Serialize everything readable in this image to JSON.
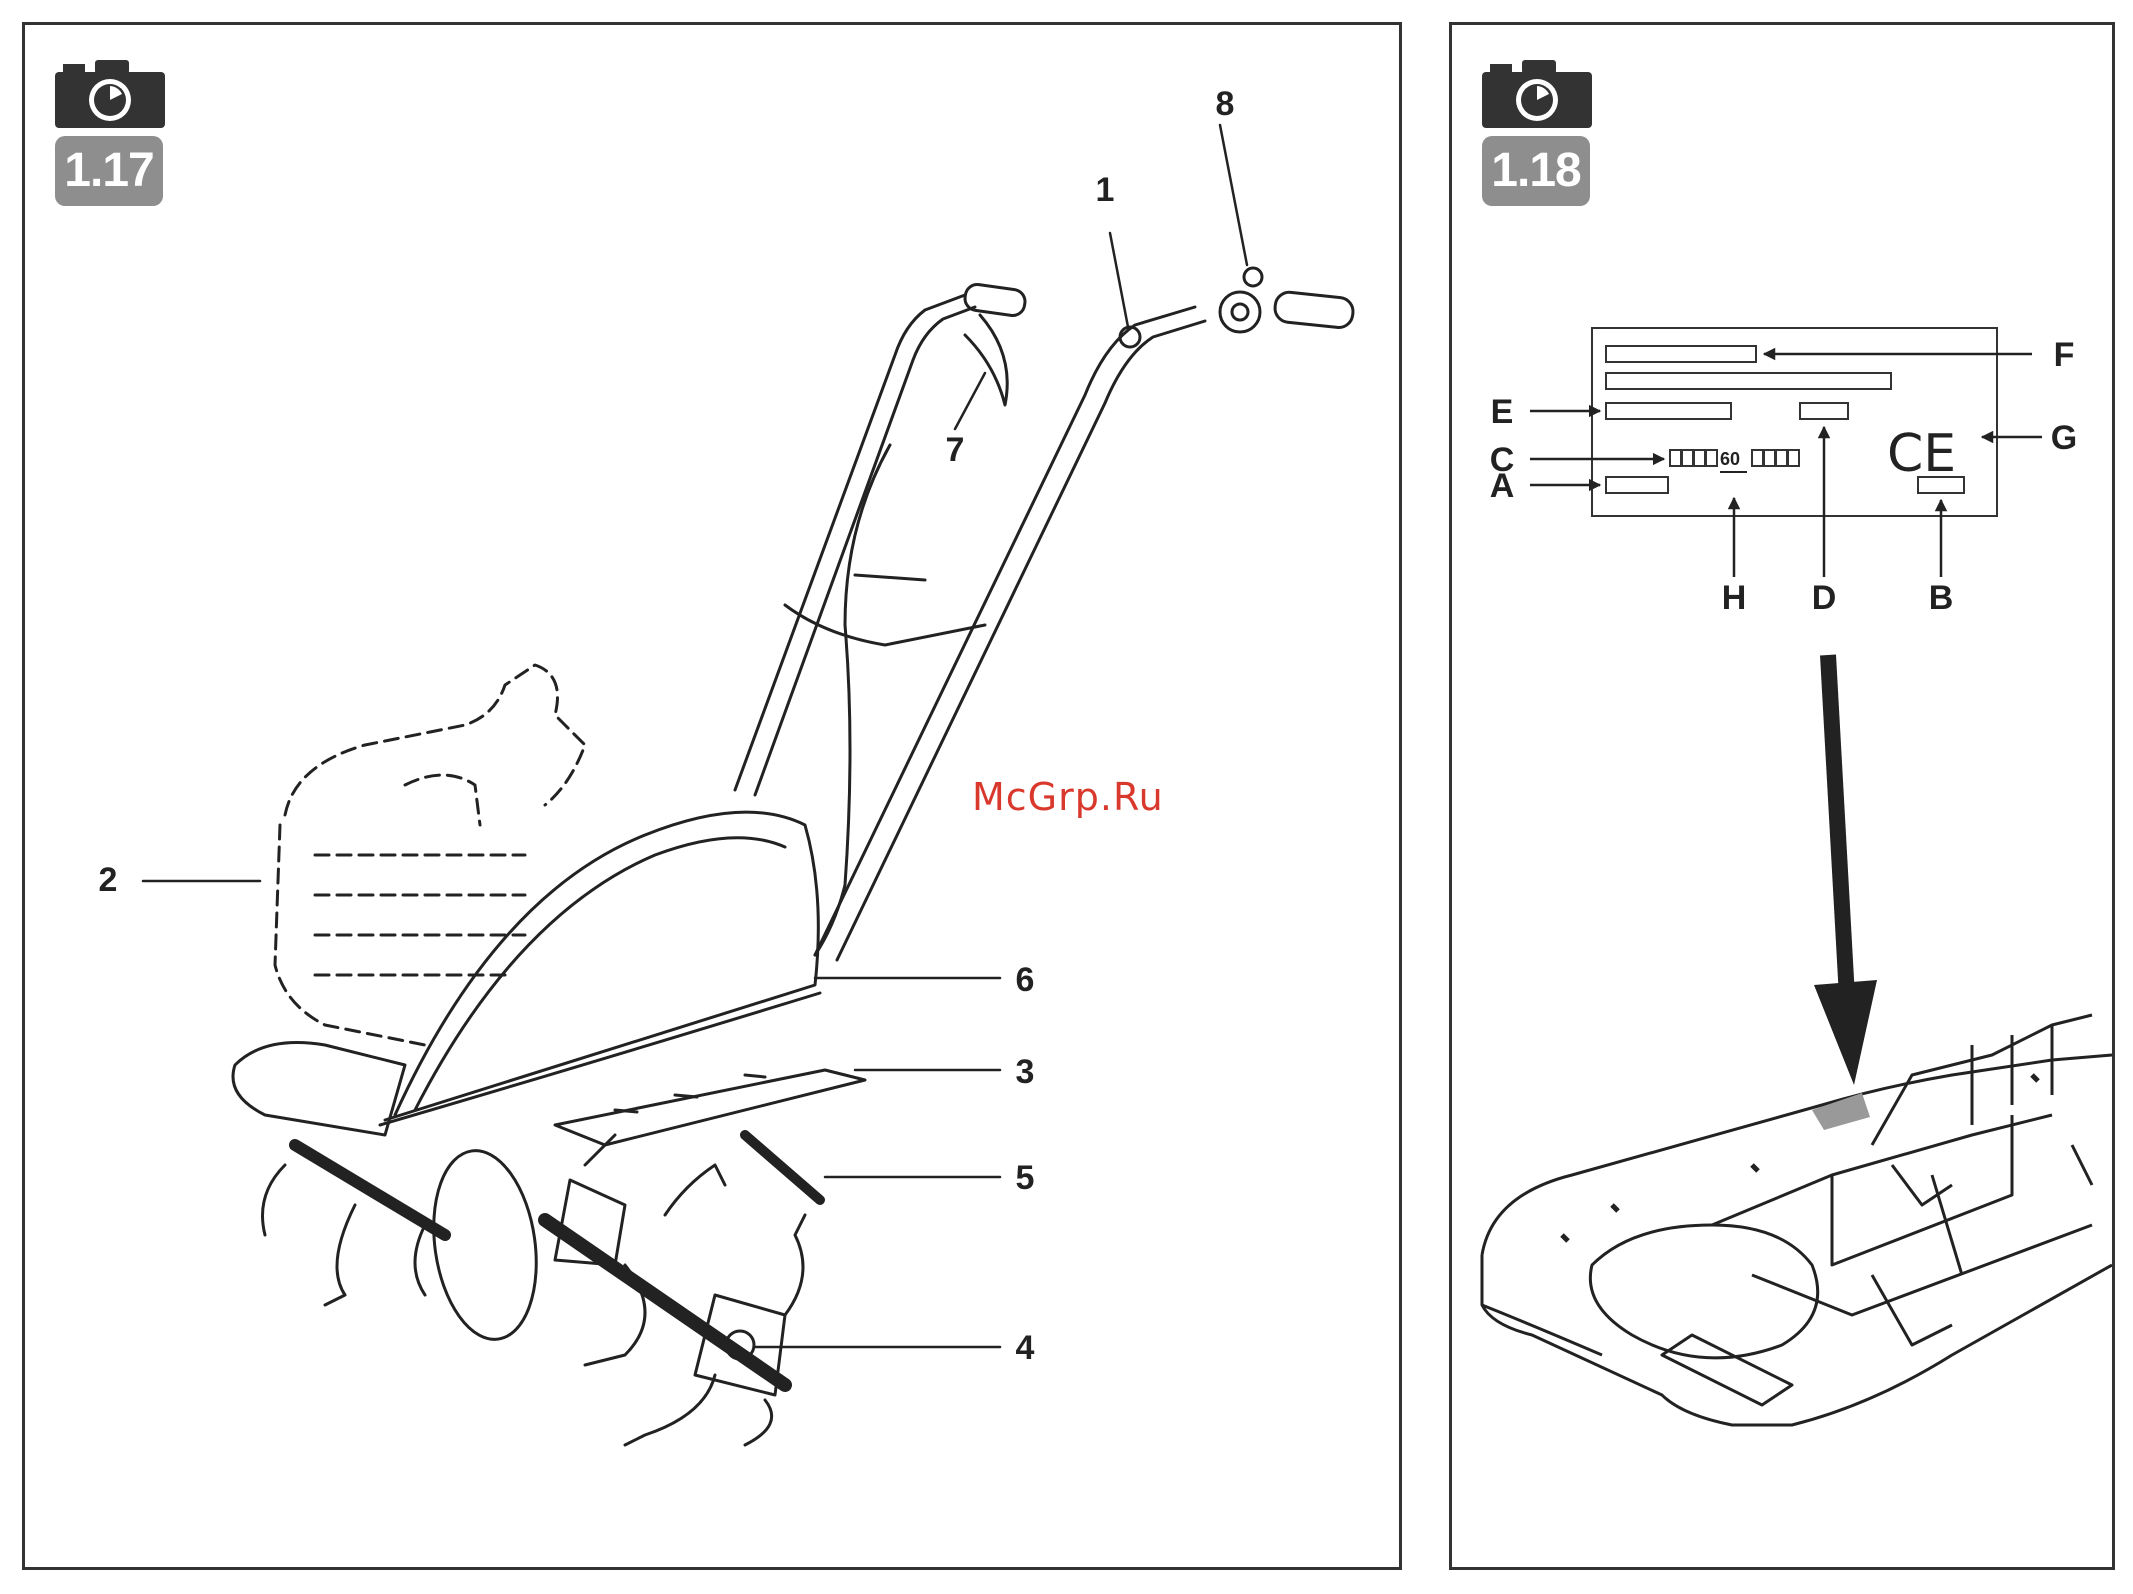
{
  "figures": [
    {
      "number": "1.17",
      "callouts": [
        "1",
        "2",
        "3",
        "4",
        "5",
        "6",
        "7",
        "8"
      ]
    },
    {
      "number": "1.18",
      "plate_labels": [
        "A",
        "B",
        "C",
        "D",
        "E",
        "F",
        "G",
        "H"
      ],
      "serial_mid": "60",
      "ce_mark": "CE"
    }
  ],
  "watermark": "McGrp.Ru",
  "icons": [
    "camera-icon",
    "arrow-icon"
  ]
}
